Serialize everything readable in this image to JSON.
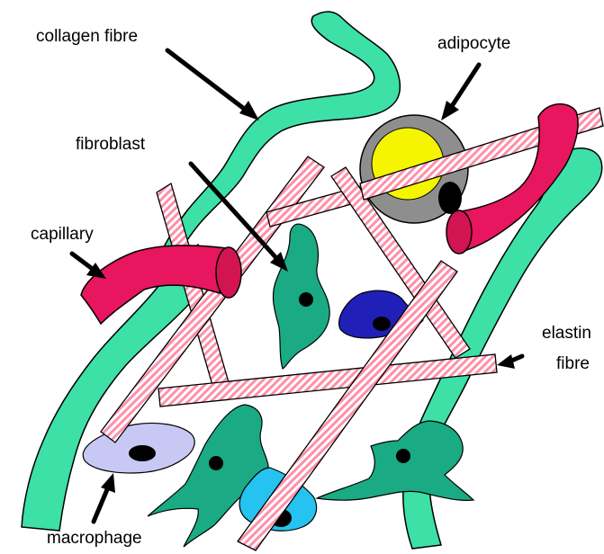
{
  "labels": {
    "collagen": "collagen fibre",
    "adipocyte": "adipocyte",
    "fibroblast": "fibroblast",
    "capillary": "capillary",
    "elastin_line1": "elastin",
    "elastin_line2": "fibre",
    "macrophage": "macrophage"
  },
  "colors": {
    "collagen": "#3de0a6",
    "fibroblast": "#1aaa84",
    "capillary": "#e8155f",
    "adipocyte_outer": "#8e8e8e",
    "adipocyte_fat": "#f5f500",
    "elastin_stripe": "#ff8fa8",
    "cell_blue": "#2020b8",
    "cell_cyan": "#26c2f0",
    "macrophage": "#c8c8f4",
    "nucleus": "#000000"
  }
}
